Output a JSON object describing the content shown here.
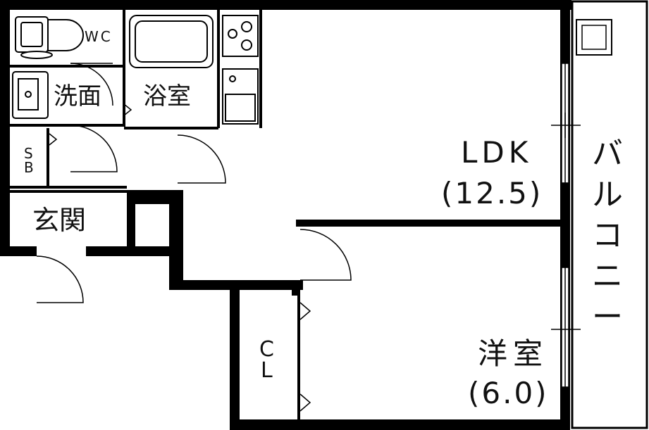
{
  "rooms": {
    "wc": "WC",
    "senmen": "洗面",
    "yokushitsu": "浴室",
    "sb_top": "S",
    "sb_bottom": "B",
    "genkan": "玄関",
    "ldk": "LDK",
    "ldk_size": "(12.5)",
    "cl_top": "C",
    "cl_bottom": "L",
    "yoshitsu": "洋室",
    "yoshitsu_size": "(6.0)",
    "balcony": "バルコニー"
  },
  "colors": {
    "wall": "#000000",
    "floor": "#ffffff",
    "fixture": "#222222"
  }
}
